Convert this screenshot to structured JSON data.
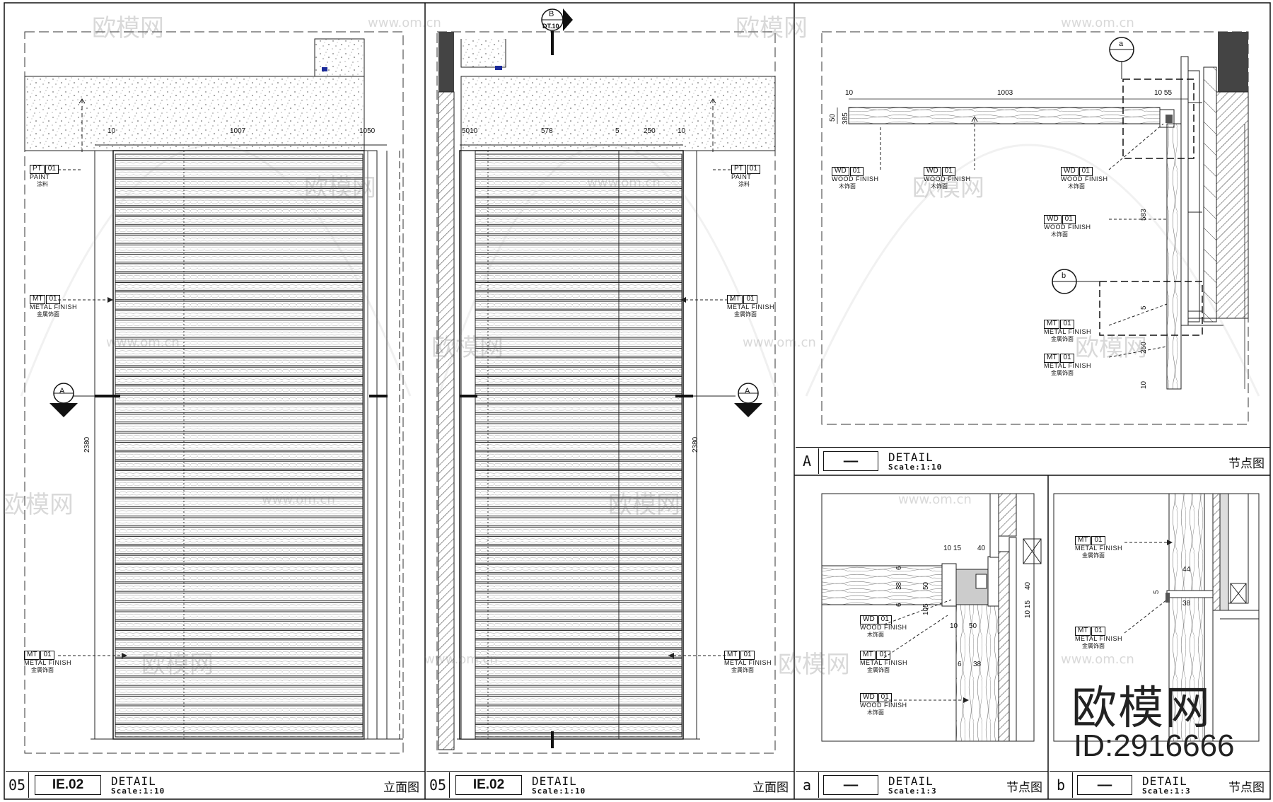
{
  "panels": {
    "elev1": {
      "num": "05",
      "ref": "IE.02",
      "title": "DETAIL",
      "scale": "Scale:1:10",
      "cn": "立面图"
    },
    "elev2": {
      "num": "05",
      "ref": "IE.02",
      "title": "DETAIL",
      "scale": "Scale:1:10",
      "cn": "立面图"
    },
    "detailA": {
      "num": "A",
      "title": "DETAIL",
      "scale": "Scale:1:10",
      "cn": "节点图"
    },
    "detaila": {
      "num": "a",
      "title": "DETAIL",
      "scale": "Scale:1:3",
      "cn": "节点图"
    },
    "detailb": {
      "num": "b",
      "title": "DETAIL",
      "scale": "Scale:1:3",
      "cn": "节点图"
    }
  },
  "tags": {
    "pt01": {
      "code": "PT",
      "num": "01",
      "en": "PAINT",
      "cn": "涂料"
    },
    "mt01": {
      "code": "MT",
      "num": "01",
      "en": "METAL FINISH",
      "cn": "金属饰面"
    },
    "wd01": {
      "code": "WD",
      "num": "01",
      "en": "WOOD FINISH",
      "cn": "木饰面"
    }
  },
  "dims": {
    "e1_top": [
      "10",
      "1007",
      "1050"
    ],
    "e1_height": "2380",
    "e2_top": [
      "5010",
      "578",
      "5",
      "250",
      "10"
    ],
    "e2_height": "2380",
    "dA_top": [
      "10",
      "1003",
      "10 55"
    ],
    "dA_side": [
      "50",
      "385",
      "583",
      "5",
      "250",
      "10"
    ],
    "da": [
      "10 15",
      "40",
      "6",
      "38",
      "50",
      "6",
      "105",
      "10",
      "50",
      "6",
      "38",
      "40",
      "10 15"
    ],
    "db": [
      "44",
      "5",
      "38"
    ]
  },
  "section_marks": {
    "A": "A",
    "B": "B",
    "B_ref": "DT.10",
    "a": "a",
    "b": "b"
  },
  "watermark": {
    "site": "www.om.cn",
    "name": "欧模网"
  },
  "brand": {
    "name": "欧模网",
    "id": "ID:2916666"
  }
}
